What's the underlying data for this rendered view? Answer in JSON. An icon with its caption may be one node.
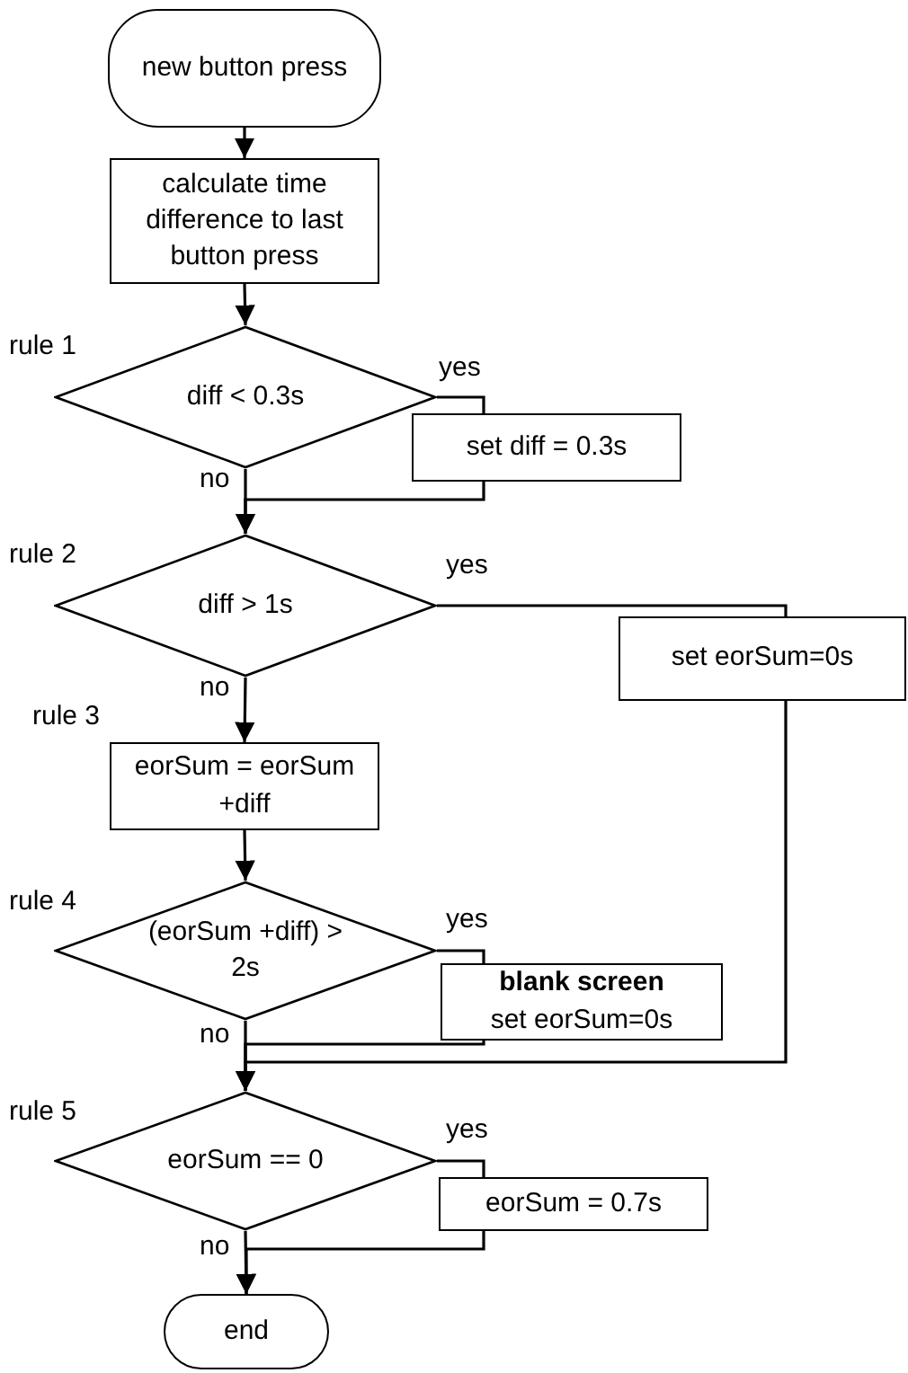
{
  "diagram": {
    "nodes": [
      {
        "text": [
          "new button press"
        ]
      },
      {
        "text": [
          "calculate time difference to last button press"
        ]
      },
      {
        "text": [
          "diff < 0.3s"
        ],
        "beside": [
          "rule 1"
        ]
      },
      {
        "text": [
          "set diff = 0.3s"
        ]
      },
      {
        "text": [
          "diff > 1s"
        ],
        "beside": [
          "rule 2"
        ]
      },
      {
        "text": [
          "set eorSum=0s"
        ]
      },
      {
        "text": [
          "eorSum = eorSum +diff"
        ],
        "beside": [
          "rule 3"
        ]
      },
      {
        "text": [
          "(eorSum +diff) > 2s"
        ],
        "beside": [
          "rule 4"
        ]
      },
      {
        "text": [
          "blank screen",
          "set eorSum=0s"
        ]
      },
      {
        "text": [
          "eorSum == 0"
        ],
        "beside": [
          "rule 5"
        ]
      },
      {
        "text": [
          "eorSum = 0.7s"
        ]
      },
      {
        "text": [
          "end"
        ]
      }
    ],
    "edges": [
      {
        "from": 0,
        "to": 1,
        "arrow": "to"
      },
      {
        "from": 1,
        "to": 2,
        "arrow": "to"
      },
      {
        "from": 2,
        "to": 3,
        "arrow": "none",
        "label": "yes"
      },
      {
        "from": 2,
        "to": 4,
        "arrow": "to",
        "label": "no"
      },
      {
        "from": 3,
        "to": 4,
        "arrow": "to"
      },
      {
        "from": 4,
        "to": 5,
        "arrow": "none",
        "label": "yes"
      },
      {
        "from": 4,
        "to": 6,
        "arrow": "to",
        "label": "no"
      },
      {
        "from": 5,
        "to": 9,
        "arrow": "to"
      },
      {
        "from": 6,
        "to": 7,
        "arrow": "to"
      },
      {
        "from": 7,
        "to": 8,
        "arrow": "none",
        "label": "yes"
      },
      {
        "from": 7,
        "to": 9,
        "arrow": "to",
        "label": "no"
      },
      {
        "from": 8,
        "to": 9,
        "arrow": "to"
      },
      {
        "from": 9,
        "to": 10,
        "arrow": "none",
        "label": "yes"
      },
      {
        "from": 9,
        "to": 11,
        "arrow": "to",
        "label": "no"
      },
      {
        "from": 10,
        "to": 11,
        "arrow": "to"
      }
    ]
  }
}
